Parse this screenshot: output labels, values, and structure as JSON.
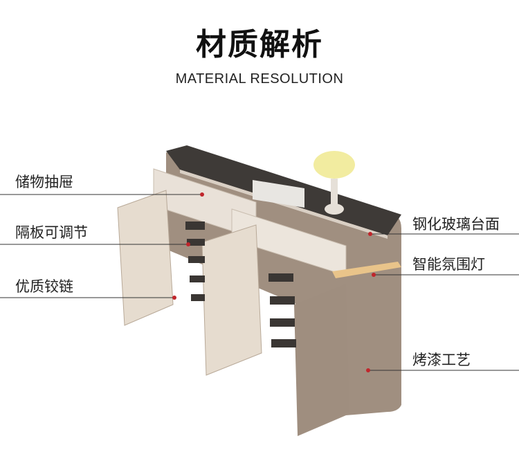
{
  "header": {
    "title": "材质解析",
    "subtitle": "MATERIAL RESOLUTION"
  },
  "callouts": {
    "left": [
      {
        "label": "储物抽屉"
      },
      {
        "label": "隔板可调节"
      },
      {
        "label": "优质铰链"
      }
    ],
    "right": [
      {
        "label": "钢化玻璃台面"
      },
      {
        "label": "智能氛围灯"
      },
      {
        "label": "烤漆工艺"
      }
    ]
  },
  "colors": {
    "cabinet": "#9a8a7c",
    "panel": "#e9e1d8",
    "marker": "#c0262c",
    "line": "#333333"
  }
}
